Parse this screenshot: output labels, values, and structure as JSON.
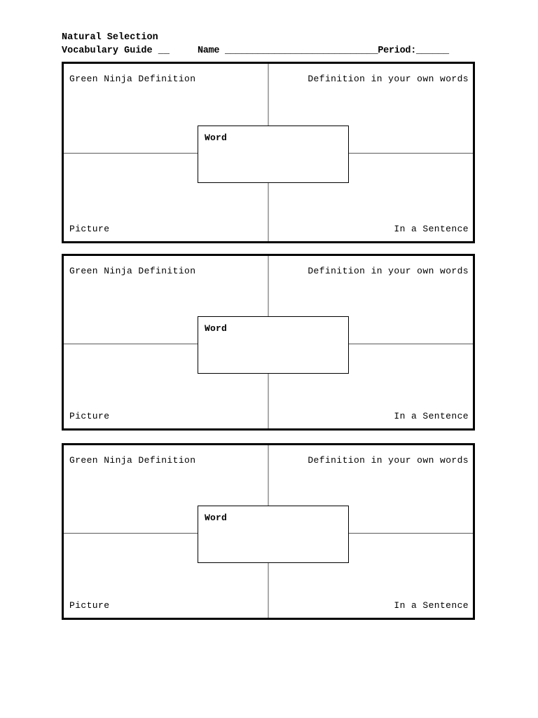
{
  "document": {
    "title_line_1": "Natural Selection",
    "title_line_2": "Vocabulary Guide __",
    "name_field": "Name ____________________________Period:______"
  },
  "labels": {
    "top_left": "Green Ninja Definition",
    "top_right": "Definition in your own words",
    "bottom_left": "Picture",
    "bottom_right": "In a Sentence",
    "center": "Word"
  },
  "blocks": [
    {
      "index": 1,
      "top_left": "Green Ninja Definition",
      "top_right": "Definition in your own words",
      "bottom_left": "Picture",
      "bottom_right": "In a Sentence",
      "center": "Word"
    },
    {
      "index": 2,
      "top_left": "Green Ninja Definition",
      "top_right": "Definition in your own words",
      "bottom_left": "Picture",
      "bottom_right": "In a Sentence",
      "center": "Word"
    },
    {
      "index": 3,
      "top_left": "Green Ninja Definition",
      "top_right": "Definition in your own words",
      "bottom_left": "Picture",
      "bottom_right": "In a Sentence",
      "center": "Word"
    }
  ],
  "colors": {
    "page_background": "#ffffff",
    "text": "#000000",
    "outer_border": "#000000",
    "inner_divider": "#5a5a5a"
  }
}
